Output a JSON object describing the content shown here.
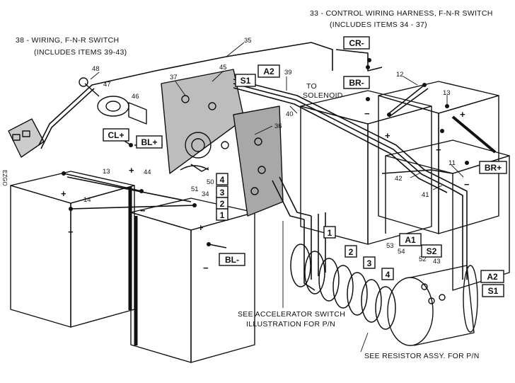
{
  "callouts": {
    "wiring_fnr": "38 - WIRING, F-N-R SWITCH",
    "wiring_fnr_sub": "(INCLUDES ITEMS 39-43)",
    "control_harness": "33 - CONTROL WIRING HARNESS, F-N-R SWITCH",
    "control_harness_sub": "(INCLUDES ITEMS 34 - 37)",
    "to_solenoid_1": "TO",
    "to_solenoid_2": "SOLENOID",
    "accel_note_1": "SEE ACCELERATOR SWITCH",
    "accel_note_2": "ILLUSTRATION FOR P/N",
    "resistor_note": "SEE RESISTOR ASSY. FOR P/N"
  },
  "terminal_tags": {
    "cr_minus": "CR-",
    "br_minus": "BR-",
    "a2_top": "A2",
    "s1_top": "S1",
    "cl_plus": "CL+",
    "bl_plus": "BL+",
    "br_plus": "BR+",
    "bl_minus": "BL-",
    "a1": "A1",
    "s2": "S2",
    "a2_motor": "A2",
    "s1_motor": "S1"
  },
  "switch_numbers": [
    "4",
    "3",
    "2",
    "1"
  ],
  "accel_numbers": [
    "1",
    "2",
    "3",
    "4"
  ],
  "item_numbers": {
    "n35": "35",
    "n48": "48",
    "n47": "47",
    "n46": "46",
    "n45": "45",
    "n37": "37",
    "n39": "39",
    "n40": "40",
    "n36": "36",
    "n12": "12",
    "n13a": "13",
    "n13b": "13",
    "n44": "44",
    "n50": "50",
    "n51": "51",
    "n34": "34",
    "n14": "14",
    "n42": "42",
    "n11": "11",
    "n41": "41",
    "n53": "53",
    "n54": "54",
    "n52": "52",
    "n43": "43"
  },
  "polarity": {
    "plus": "+",
    "minus": "−"
  },
  "side_stamp": "EZGO"
}
